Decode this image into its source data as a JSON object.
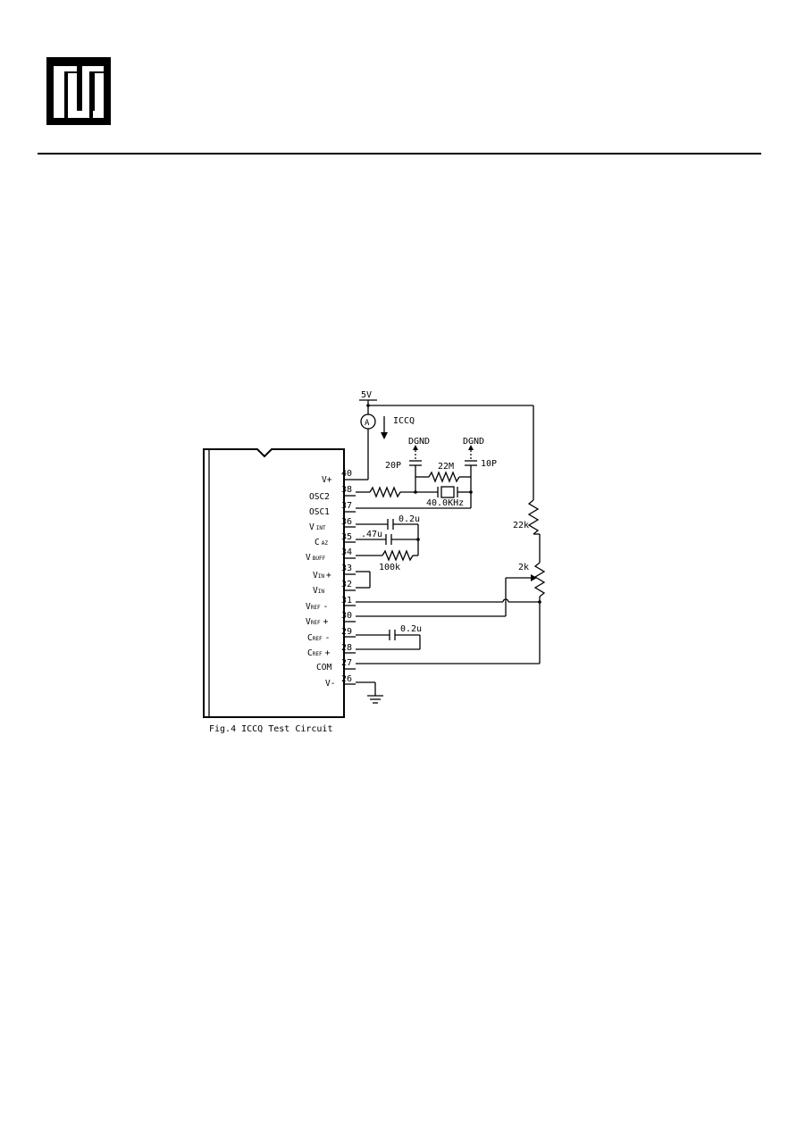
{
  "header": {
    "logo_icon": "company-logo-icon"
  },
  "figure": {
    "caption": "Fig.4 ICCQ Test Circuit",
    "supply_label": "5V",
    "ammeter_symbol": "A",
    "current_label": "ICCQ",
    "pins": [
      {
        "num": "40",
        "label": "V+",
        "sub": ""
      },
      {
        "num": "38",
        "label": "OSC2",
        "sub": ""
      },
      {
        "num": "37",
        "label": "OSC1",
        "sub": ""
      },
      {
        "num": "36",
        "label": "V",
        "sub": "INT"
      },
      {
        "num": "35",
        "label": "C",
        "sub": "AZ"
      },
      {
        "num": "34",
        "label": "V",
        "sub": "BUFF"
      },
      {
        "num": "33",
        "label": "V",
        "sub": "IN",
        "sign": "+"
      },
      {
        "num": "32",
        "label": "V",
        "sub": "IN",
        "sign": "-"
      },
      {
        "num": "31",
        "label": "V",
        "sub": "REF",
        "sign": "-"
      },
      {
        "num": "30",
        "label": "V",
        "sub": "REF",
        "sign": "+"
      },
      {
        "num": "29",
        "label": "C",
        "sub": "REF",
        "sign": "-"
      },
      {
        "num": "28",
        "label": "C",
        "sub": "REF",
        "sign": "+"
      },
      {
        "num": "27",
        "label": "COM",
        "sub": ""
      },
      {
        "num": "26",
        "label": "V-",
        "sub": ""
      }
    ],
    "components": {
      "dgnd1": "DGND",
      "dgnd2": "DGND",
      "cap_20p": "20P",
      "cap_10p": "10P",
      "res_22m": "22M",
      "crystal": "40.0KHz",
      "cap_int": "0.2u",
      "cap_az": ".47u",
      "res_100k": "100k",
      "res_22k": "22k",
      "pot_2k": "2k",
      "cap_ref": "0.2u"
    }
  }
}
